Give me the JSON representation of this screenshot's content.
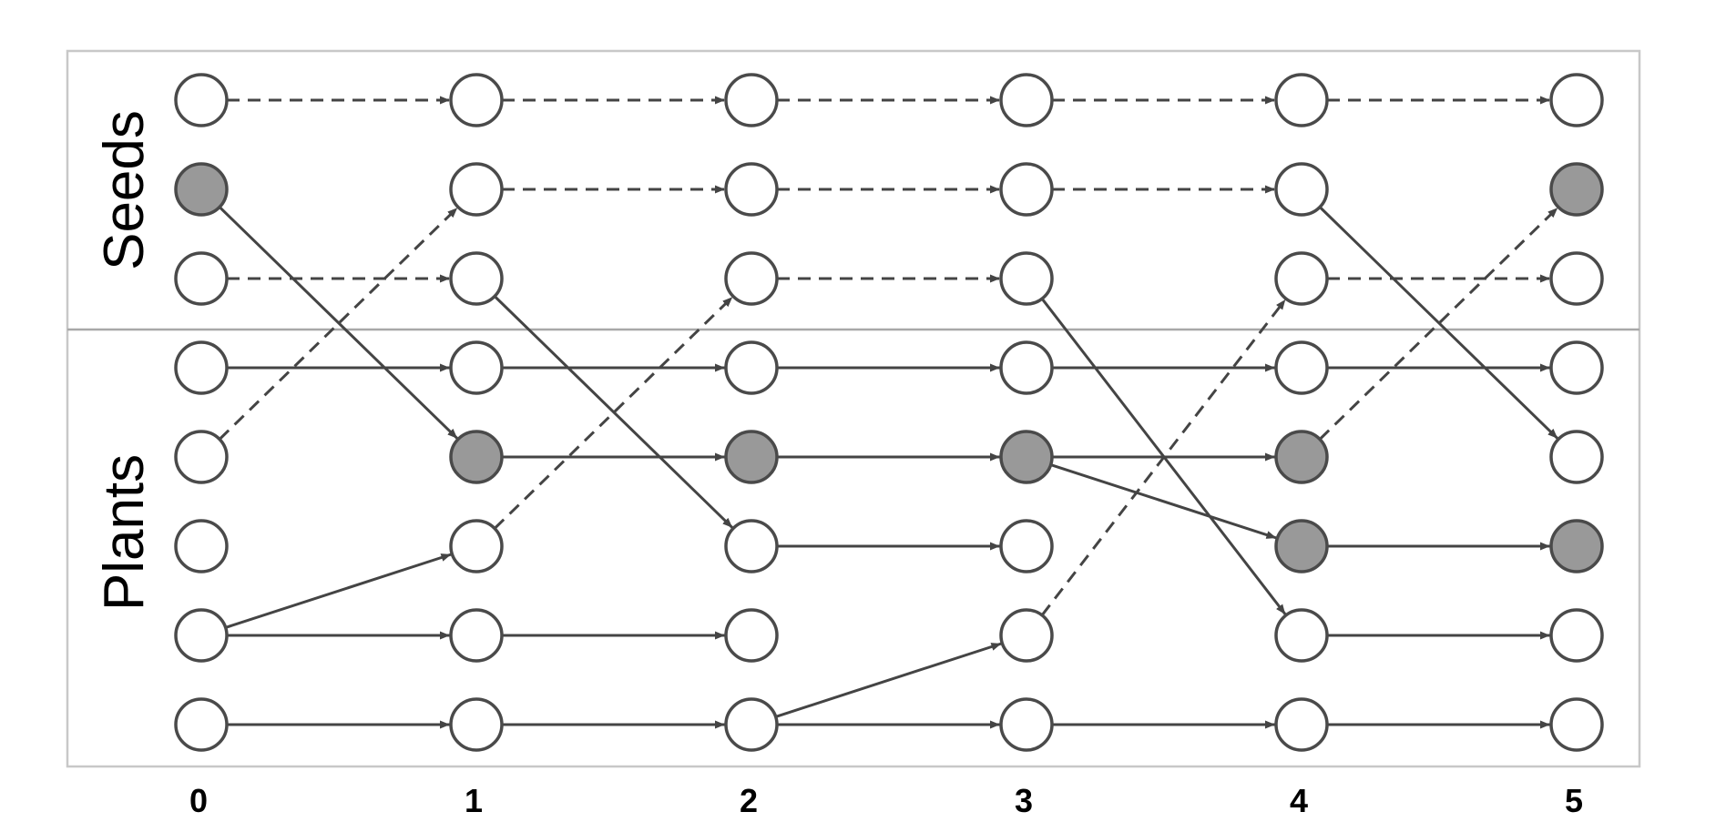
{
  "sections": {
    "top_label": "Seeds",
    "bottom_label": "Plants"
  },
  "columns": [
    "0",
    "1",
    "2",
    "3",
    "4",
    "5"
  ],
  "row_groups": {
    "seed_rows": 3,
    "plant_rows": 5
  },
  "colors": {
    "node_stroke": "#4a4a4a",
    "node_fill": "#ffffff",
    "node_filled": "#999999",
    "edge": "#444444",
    "frame": "#c8c8c8",
    "divider": "#a8a8a8"
  },
  "filled_nodes": [
    [
      0,
      1
    ],
    [
      1,
      4
    ],
    [
      2,
      4
    ],
    [
      3,
      4
    ],
    [
      4,
      4
    ],
    [
      4,
      5
    ],
    [
      5,
      1
    ],
    [
      5,
      5
    ]
  ],
  "edges": [
    {
      "from": [
        0,
        0
      ],
      "to": [
        1,
        0
      ],
      "style": "dashed"
    },
    {
      "from": [
        1,
        0
      ],
      "to": [
        2,
        0
      ],
      "style": "dashed"
    },
    {
      "from": [
        2,
        0
      ],
      "to": [
        3,
        0
      ],
      "style": "dashed"
    },
    {
      "from": [
        3,
        0
      ],
      "to": [
        4,
        0
      ],
      "style": "dashed"
    },
    {
      "from": [
        4,
        0
      ],
      "to": [
        5,
        0
      ],
      "style": "dashed"
    },
    {
      "from": [
        0,
        1
      ],
      "to": [
        1,
        4
      ],
      "style": "solid"
    },
    {
      "from": [
        1,
        1
      ],
      "to": [
        2,
        1
      ],
      "style": "dashed"
    },
    {
      "from": [
        2,
        1
      ],
      "to": [
        3,
        1
      ],
      "style": "dashed"
    },
    {
      "from": [
        3,
        1
      ],
      "to": [
        4,
        1
      ],
      "style": "dashed"
    },
    {
      "from": [
        4,
        1
      ],
      "to": [
        5,
        4
      ],
      "style": "solid"
    },
    {
      "from": [
        0,
        2
      ],
      "to": [
        1,
        2
      ],
      "style": "dashed"
    },
    {
      "from": [
        1,
        2
      ],
      "to": [
        2,
        5
      ],
      "style": "solid"
    },
    {
      "from": [
        2,
        2
      ],
      "to": [
        3,
        2
      ],
      "style": "dashed"
    },
    {
      "from": [
        3,
        2
      ],
      "to": [
        4,
        6
      ],
      "style": "solid"
    },
    {
      "from": [
        4,
        2
      ],
      "to": [
        5,
        2
      ],
      "style": "dashed"
    },
    {
      "from": [
        0,
        3
      ],
      "to": [
        1,
        3
      ],
      "style": "solid"
    },
    {
      "from": [
        1,
        3
      ],
      "to": [
        2,
        3
      ],
      "style": "solid"
    },
    {
      "from": [
        2,
        3
      ],
      "to": [
        3,
        3
      ],
      "style": "solid"
    },
    {
      "from": [
        3,
        3
      ],
      "to": [
        4,
        3
      ],
      "style": "solid"
    },
    {
      "from": [
        4,
        3
      ],
      "to": [
        5,
        3
      ],
      "style": "solid"
    },
    {
      "from": [
        0,
        4
      ],
      "to": [
        1,
        1
      ],
      "style": "dashed"
    },
    {
      "from": [
        1,
        4
      ],
      "to": [
        2,
        4
      ],
      "style": "solid"
    },
    {
      "from": [
        2,
        4
      ],
      "to": [
        3,
        4
      ],
      "style": "solid"
    },
    {
      "from": [
        3,
        4
      ],
      "to": [
        4,
        4
      ],
      "style": "solid"
    },
    {
      "from": [
        3,
        4
      ],
      "to": [
        4,
        5
      ],
      "style": "solid"
    },
    {
      "from": [
        4,
        4
      ],
      "to": [
        5,
        1
      ],
      "style": "dashed"
    },
    {
      "from": [
        1,
        5
      ],
      "to": [
        2,
        2
      ],
      "style": "dashed"
    },
    {
      "from": [
        2,
        5
      ],
      "to": [
        3,
        5
      ],
      "style": "solid"
    },
    {
      "from": [
        4,
        5
      ],
      "to": [
        5,
        5
      ],
      "style": "solid"
    },
    {
      "from": [
        0,
        6
      ],
      "to": [
        1,
        5
      ],
      "style": "solid"
    },
    {
      "from": [
        0,
        6
      ],
      "to": [
        1,
        6
      ],
      "style": "solid"
    },
    {
      "from": [
        1,
        6
      ],
      "to": [
        2,
        6
      ],
      "style": "solid"
    },
    {
      "from": [
        3,
        6
      ],
      "to": [
        4,
        2
      ],
      "style": "dashed"
    },
    {
      "from": [
        4,
        6
      ],
      "to": [
        5,
        6
      ],
      "style": "solid"
    },
    {
      "from": [
        0,
        7
      ],
      "to": [
        1,
        7
      ],
      "style": "solid"
    },
    {
      "from": [
        1,
        7
      ],
      "to": [
        2,
        7
      ],
      "style": "solid"
    },
    {
      "from": [
        2,
        7
      ],
      "to": [
        3,
        6
      ],
      "style": "solid"
    },
    {
      "from": [
        2,
        7
      ],
      "to": [
        3,
        7
      ],
      "style": "solid"
    },
    {
      "from": [
        3,
        7
      ],
      "to": [
        4,
        7
      ],
      "style": "solid"
    },
    {
      "from": [
        4,
        7
      ],
      "to": [
        5,
        7
      ],
      "style": "solid"
    }
  ]
}
